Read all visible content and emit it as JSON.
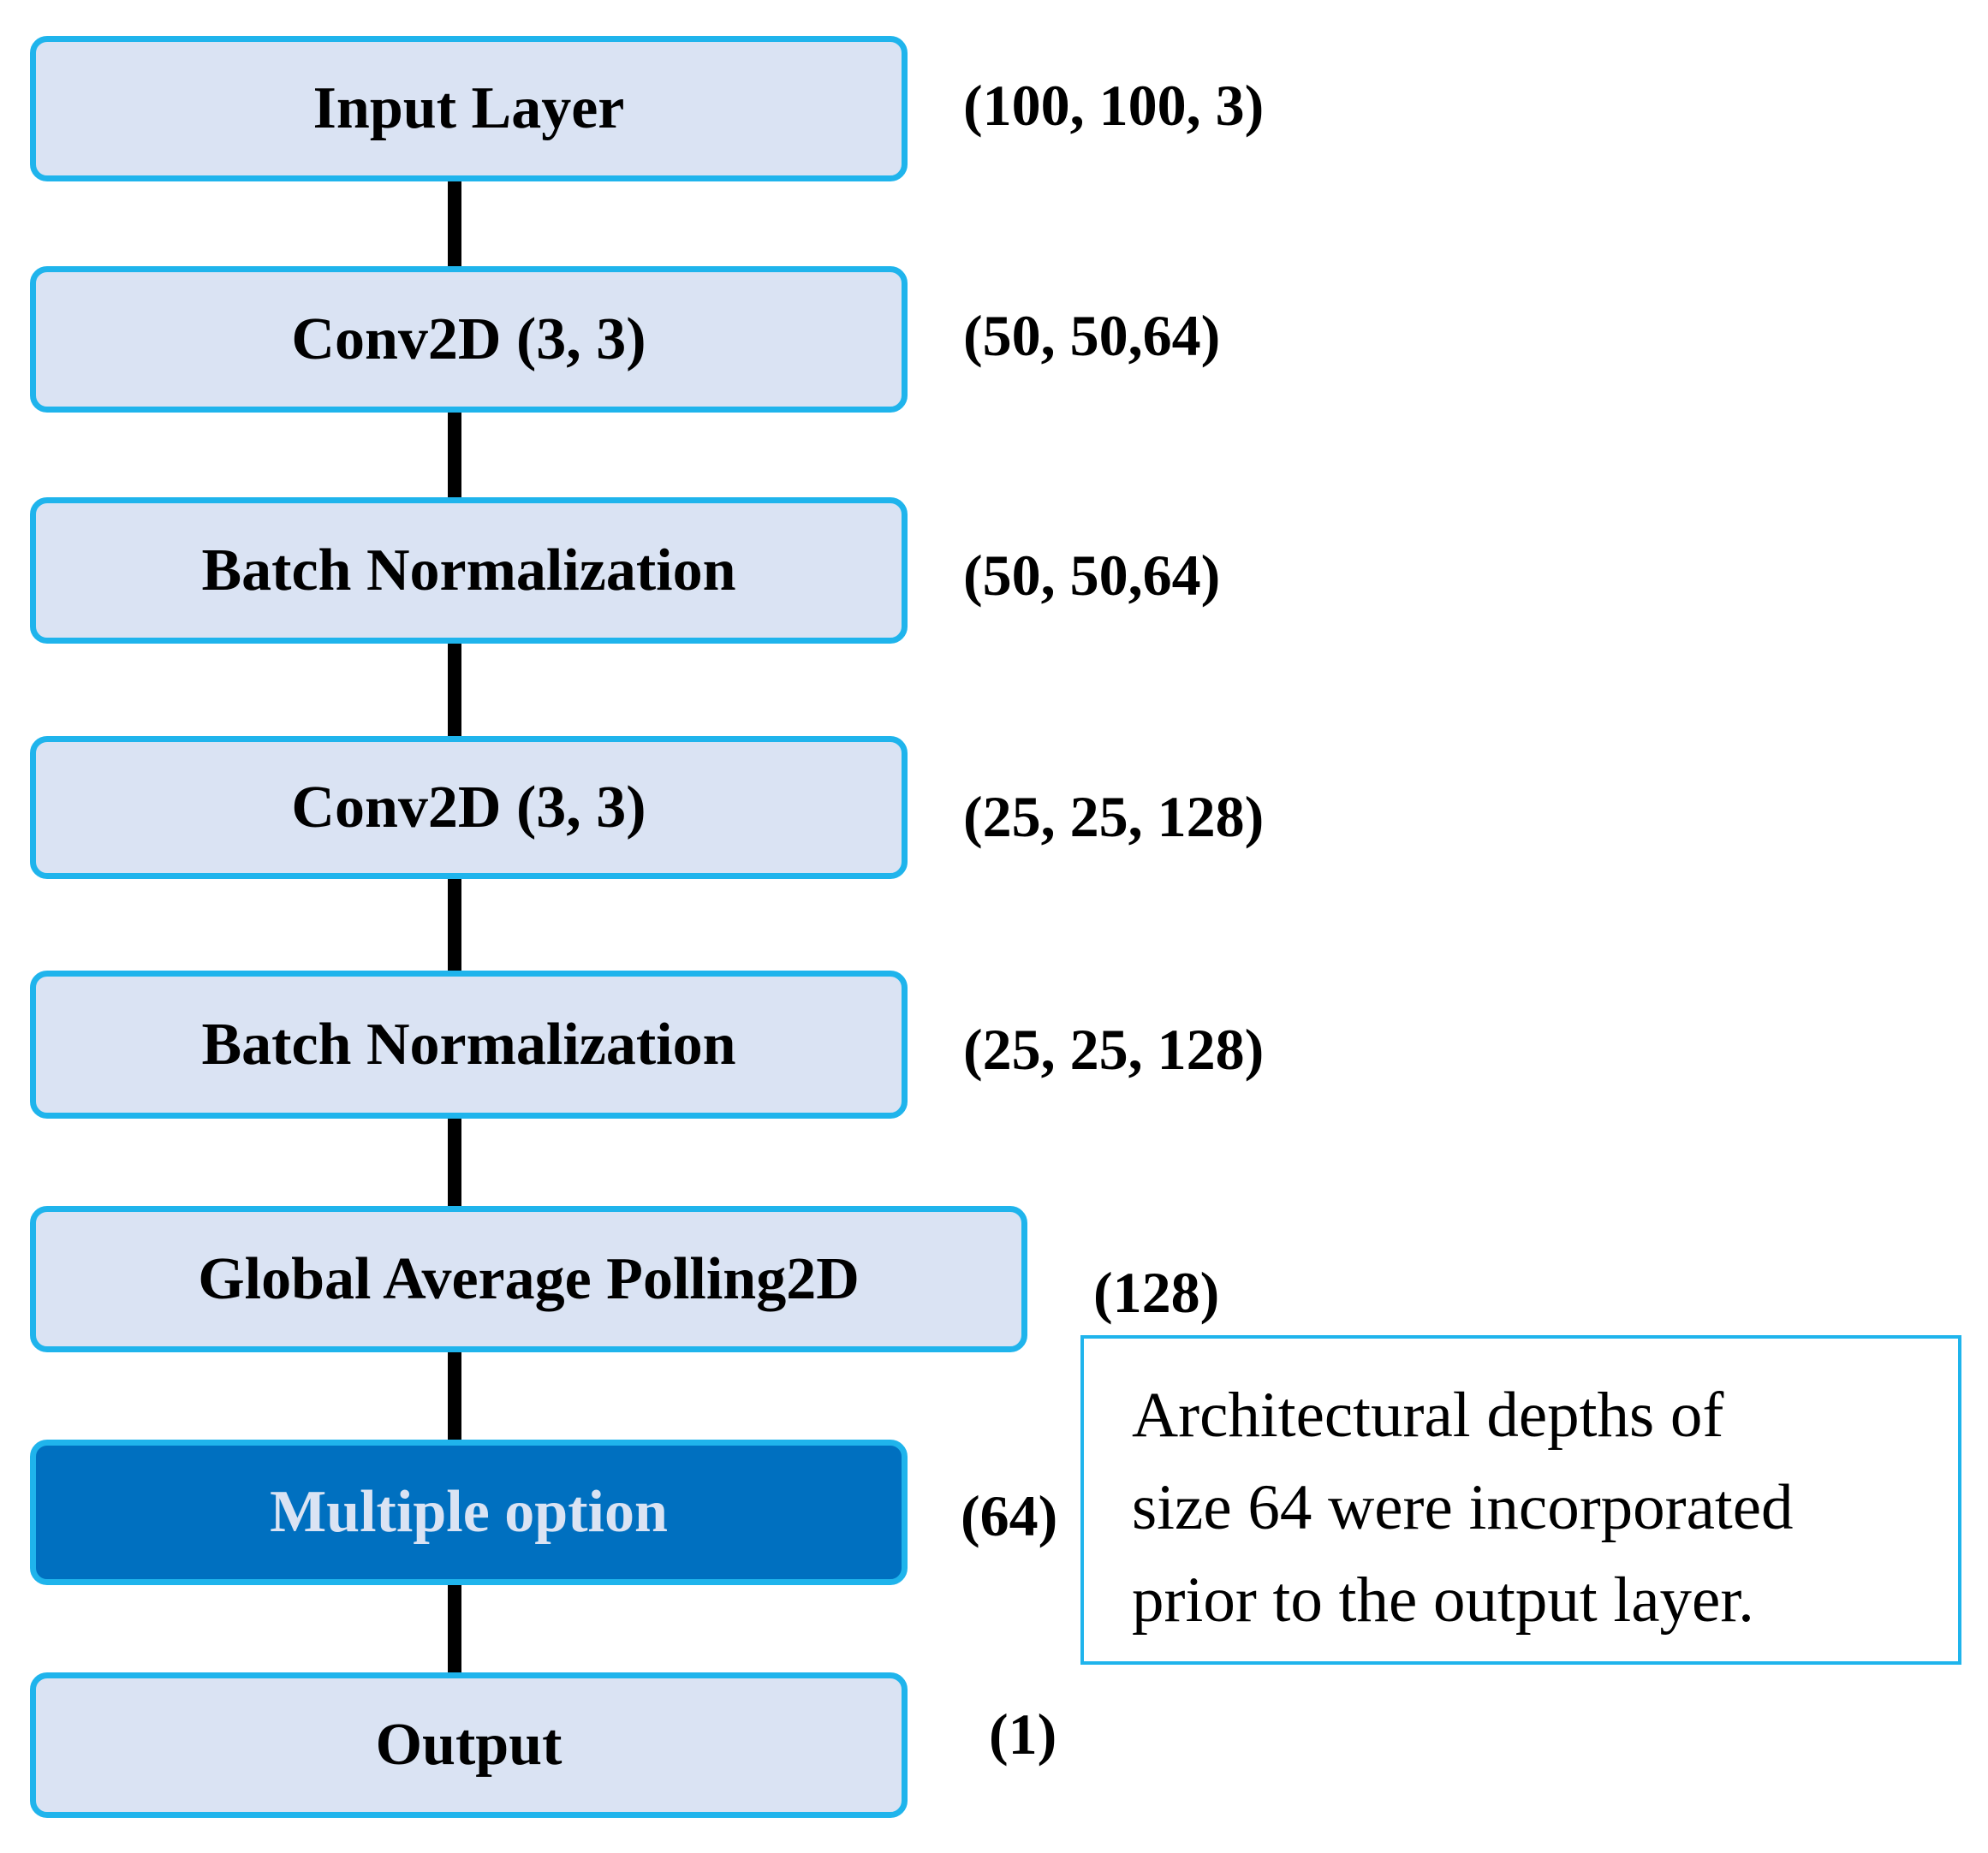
{
  "layers": [
    {
      "name": "Input Layer",
      "shape": "(100, 100, 3)"
    },
    {
      "name": "Conv2D (3, 3)",
      "shape": "(50, 50,64)"
    },
    {
      "name": "Batch Normalization",
      "shape": "(50, 50,64)"
    },
    {
      "name": "Conv2D (3, 3)",
      "shape": "(25, 25, 128)"
    },
    {
      "name": "Batch Normalization",
      "shape": "(25, 25, 128)"
    },
    {
      "name": "Global Average Polling2D",
      "shape": "(128)"
    },
    {
      "name": "Multiple option",
      "shape": "(64)"
    },
    {
      "name": "Output",
      "shape": "(1)"
    }
  ],
  "note": {
    "lines": [
      "Architectural depths of",
      "size 64 were incorporated",
      "prior to the output layer."
    ]
  },
  "colors": {
    "box_fill": "#dae3f3",
    "box_border": "#1fb4ec",
    "highlight_fill": "#0070c0",
    "connector": "#000000"
  }
}
